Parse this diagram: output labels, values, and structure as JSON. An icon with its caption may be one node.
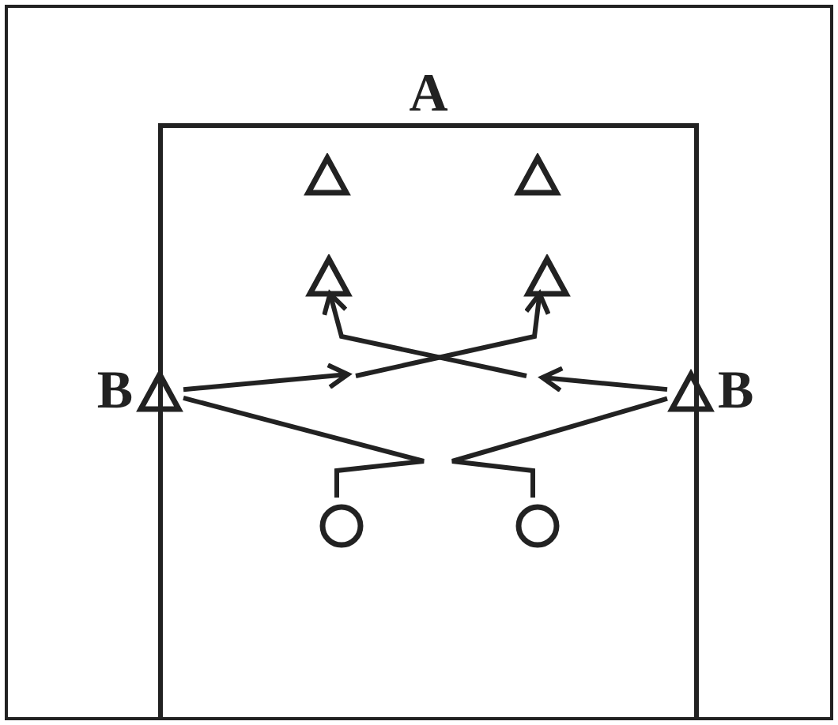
{
  "diagram": {
    "nodes": [
      {
        "text": [
          "A"
        ]
      },
      {
        "text": [],
        "shape": "triangle",
        "in": 0
      },
      {
        "text": [],
        "shape": "triangle",
        "in": 0
      },
      {
        "text": [],
        "shape": "triangle",
        "in": 0
      },
      {
        "text": [],
        "shape": "triangle",
        "in": 0
      },
      {
        "text": [],
        "shape": "triangle",
        "beside": [
          "B"
        ]
      },
      {
        "text": [],
        "shape": "triangle",
        "beside": [
          "B"
        ]
      },
      {
        "text": [],
        "shape": "circle",
        "in": 0
      },
      {
        "text": [],
        "shape": "circle",
        "in": 0
      }
    ],
    "edges": [
      {
        "from": 7,
        "to": 5,
        "arrow": "none"
      },
      {
        "from": 5,
        "to": null,
        "arrow": "to"
      },
      {
        "from": null,
        "to": 4,
        "arrow": "to"
      },
      {
        "from": 8,
        "to": 6,
        "arrow": "none"
      },
      {
        "from": 6,
        "to": null,
        "arrow": "to"
      },
      {
        "from": null,
        "to": 3,
        "arrow": "to"
      }
    ]
  }
}
